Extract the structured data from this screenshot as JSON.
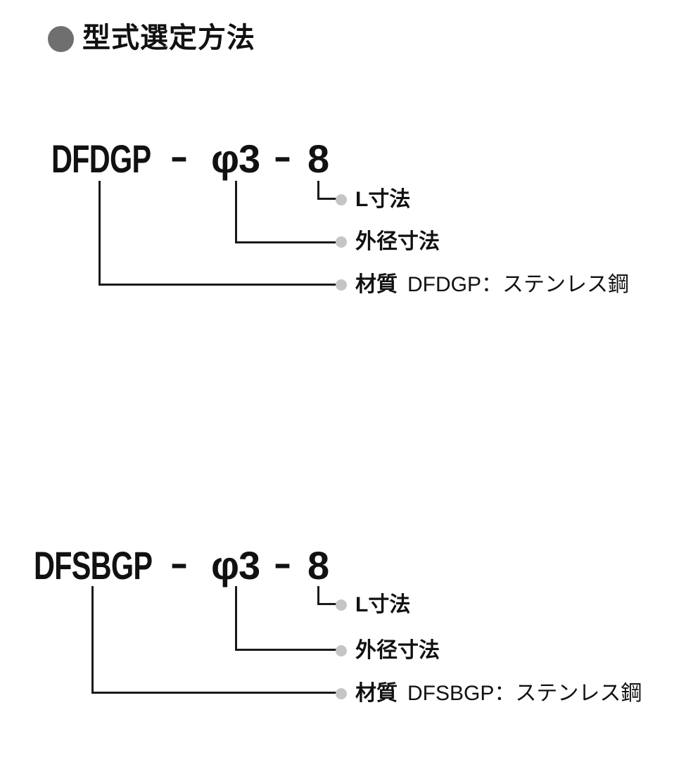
{
  "title": {
    "text": "型式選定方法"
  },
  "colors": {
    "background": "#ffffff",
    "text": "#111111",
    "section_bullet": "#6f6f6f",
    "callout_dot": "#c5c5c5",
    "connector_line": "#1a1a1a"
  },
  "diagrams": [
    {
      "model_name": "DFDGP",
      "code": [
        "DFDGP",
        "−",
        "φ3",
        "−",
        "8"
      ],
      "callouts": [
        {
          "label": "L寸法"
        },
        {
          "label": "外径寸法"
        },
        {
          "label": "材質",
          "detail": "DFDGP：ステンレス鋼"
        }
      ]
    },
    {
      "model_name": "DFSBGP",
      "code": [
        "DFSBGP",
        "−",
        "φ3",
        "−",
        "8"
      ],
      "callouts": [
        {
          "label": "L寸法"
        },
        {
          "label": "外径寸法"
        },
        {
          "label": "材質",
          "detail": "DFSBGP：ステンレス鋼"
        }
      ]
    }
  ]
}
